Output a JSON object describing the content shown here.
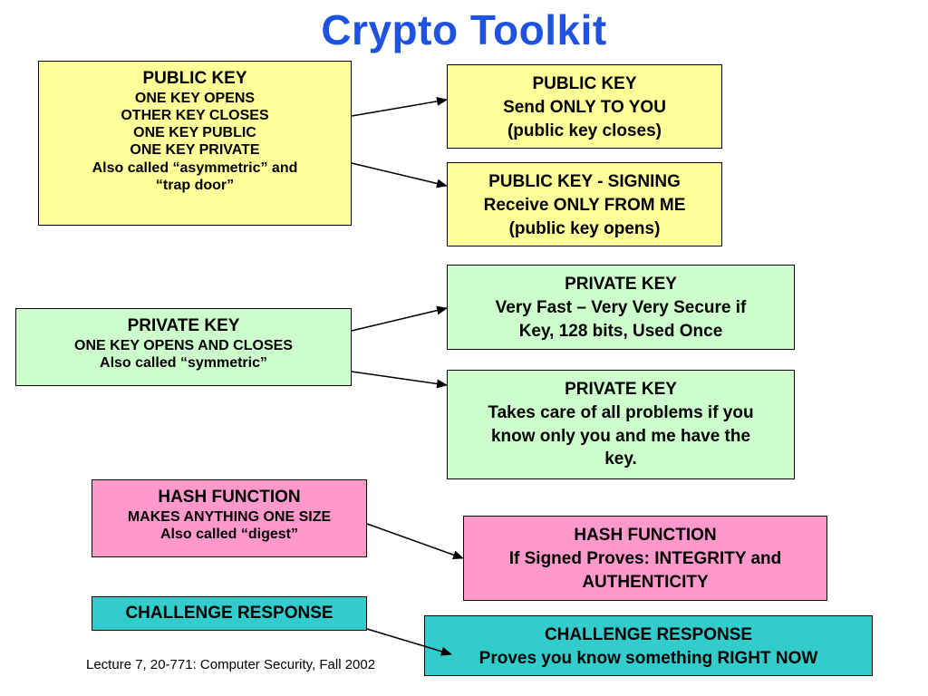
{
  "title": "Crypto Toolkit",
  "colors": {
    "title": "#1f52e0",
    "public_key": "#ffff99",
    "private_key": "#ccffcc",
    "hash": "#ff99cc",
    "challenge": "#33cccc"
  },
  "left": {
    "public_key": {
      "heading": "PUBLIC KEY",
      "lines": [
        "ONE KEY OPENS",
        "OTHER KEY CLOSES",
        "ONE KEY PUBLIC",
        "ONE KEY PRIVATE",
        "Also called “asymmetric” and",
        "“trap door”"
      ]
    },
    "private_key": {
      "heading": "PRIVATE KEY",
      "lines": [
        "ONE KEY OPENS AND CLOSES",
        "Also called “symmetric”"
      ]
    },
    "hash": {
      "heading": "HASH FUNCTION",
      "lines": [
        "MAKES ANYTHING ONE SIZE",
        "Also called “digest”"
      ]
    },
    "challenge": {
      "heading": "CHALLENGE RESPONSE"
    }
  },
  "right": {
    "public_send": {
      "lines": [
        "PUBLIC KEY",
        "Send ONLY TO YOU",
        "(public key closes)"
      ]
    },
    "public_signing": {
      "lines": [
        "PUBLIC KEY - SIGNING",
        "Receive ONLY FROM ME",
        "(public key opens)"
      ]
    },
    "private_fast": {
      "lines": [
        "PRIVATE  KEY",
        "Very Fast – Very Very Secure if",
        "Key, 128 bits, Used Once"
      ]
    },
    "private_problems": {
      "lines": [
        "PRIVATE  KEY",
        "Takes care of all problems if you",
        "know only you and me have the",
        "key."
      ]
    },
    "hash_signed": {
      "lines": [
        "HASH FUNCTION",
        "If Signed Proves:  INTEGRITY and",
        "AUTHENTICITY"
      ]
    },
    "challenge_now": {
      "lines": [
        "CHALLENGE RESPONSE",
        "Proves you know something RIGHT NOW"
      ]
    }
  },
  "footer": "Lecture 7, 20-771: Computer Security,  Fall 2002"
}
